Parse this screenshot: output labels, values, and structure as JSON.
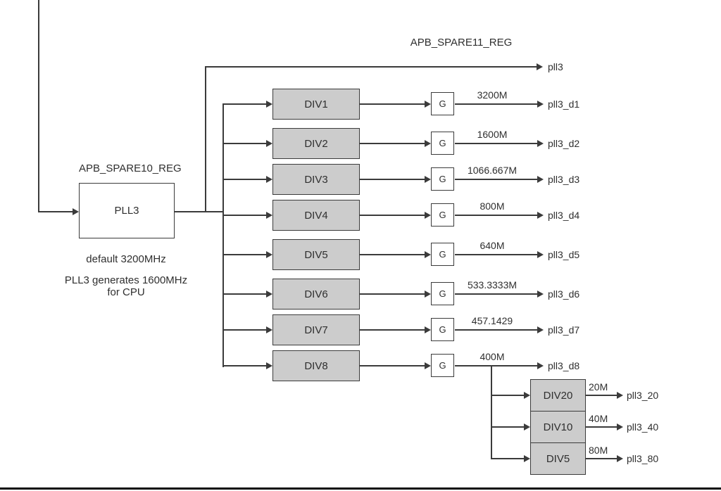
{
  "diagram": {
    "pll_register_label": "APB_SPARE10_REG",
    "pll_box_label": "PLL3",
    "caption_default": "default 3200MHz",
    "caption_cpu_line1": "PLL3 generates 1600MHz",
    "caption_cpu_line2": "for CPU",
    "top_register_label": "APB_SPARE11_REG",
    "pll_output_label": "pll3",
    "gate_label": "G",
    "rows": [
      {
        "div": "DIV1",
        "freq": "3200M",
        "out": "pll3_d1"
      },
      {
        "div": "DIV2",
        "freq": "1600M",
        "out": "pll3_d2"
      },
      {
        "div": "DIV3",
        "freq": "1066.667M",
        "out": "pll3_d3"
      },
      {
        "div": "DIV4",
        "freq": "800M",
        "out": "pll3_d4"
      },
      {
        "div": "DIV5",
        "freq": "640M",
        "out": "pll3_d5"
      },
      {
        "div": "DIV6",
        "freq": "533.3333M",
        "out": "pll3_d6"
      },
      {
        "div": "DIV7",
        "freq": "457.1429",
        "out": "pll3_d7"
      },
      {
        "div": "DIV8",
        "freq": "400M",
        "out": "pll3_d8"
      }
    ],
    "sub_rows": [
      {
        "div": "DIV20",
        "freq": "20M",
        "out": "pll3_20"
      },
      {
        "div": "DIV10",
        "freq": "40M",
        "out": "pll3_40"
      },
      {
        "div": "DIV5",
        "freq": "80M",
        "out": "pll3_80"
      }
    ],
    "colors": {
      "divider_box_fill": "#cccccc",
      "box_border": "#3b3b3b",
      "line": "#3b3b3b",
      "background": "#ffffff",
      "bottom_rule": "#0a0a0a"
    }
  }
}
